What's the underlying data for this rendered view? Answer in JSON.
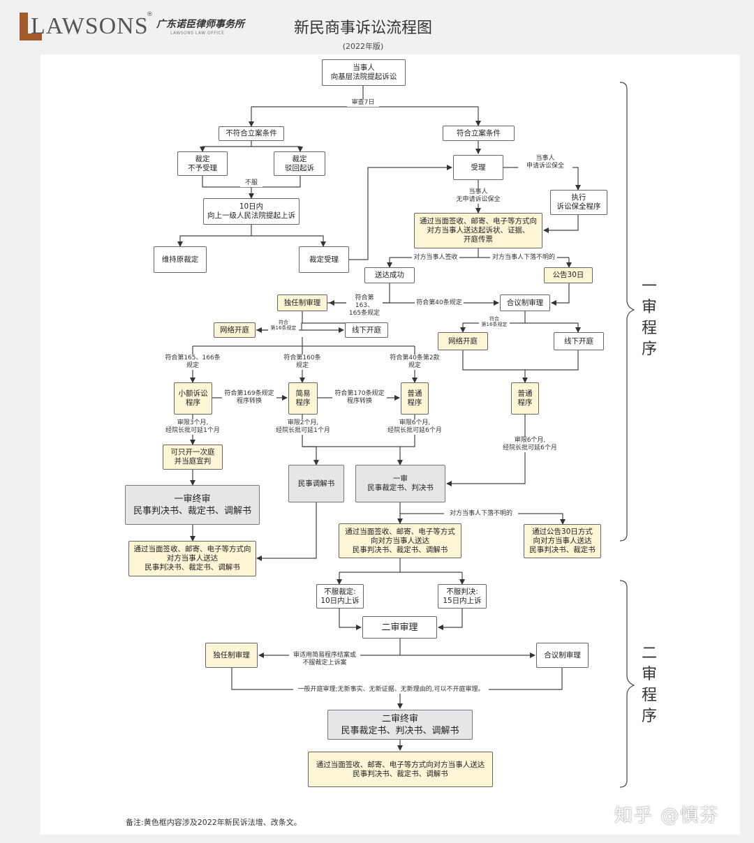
{
  "header": {
    "logo_text": "LAWSONS",
    "logo_reg": "®",
    "logo_cn": "广东诺臣律师事务所",
    "logo_en": "LAWSONS LAW OFFICE",
    "title": "新民商事诉讼流程图",
    "subtitle": "(2022年版)"
  },
  "nodes": {
    "start": "当事人\n向基层法院提起诉讼",
    "not_qualified": "不符合立案条件",
    "qualified": "符合立案条件",
    "reject_accept": "裁定\n不予受理",
    "dismiss": "裁定\n驳回起诉",
    "appeal_10": "10日内\n向上一级人民法院提起上诉",
    "uphold": "维持原裁定",
    "order_accept": "裁定受理",
    "accept": "受理",
    "preservation": "执行\n诉讼保全程序",
    "serve_docs": "通过当面签收、邮寄、电子等方式向\n对方当事人送达起诉状、证据、\n开庭传票",
    "served": "送达成功",
    "announce30": "公告30日",
    "sole_judge": "独任制审理",
    "panel": "合议制审理",
    "online_l": "网络开庭",
    "offline_l": "线下开庭",
    "online_r": "网络开庭",
    "offline_r": "线下开庭",
    "small_claims": "小额诉讼\n程序",
    "simple": "简易\n程序",
    "ordinary_l": "普通\n程序",
    "ordinary_r": "普通\n程序",
    "one_hearing": "可只开一次庭\n并当庭宣判",
    "final_first": "一审终审\n民事判决书、裁定书、调解书",
    "mediation": "民事调解书",
    "first_instance": "一审\n民事裁定书、判决书",
    "serve_left": "通过当面签收、邮寄、电子等方式向\n对方当事人送达\n民事判决书、裁定书、调解书",
    "serve_mid": "通过当面签收、邮寄、电子等方式\n向对方当事人送达\n民事判决书、裁定书、调解书",
    "serve_announce": "通过公告30日方式\n向对方当事人送达\n民事判决书、裁定书",
    "appeal_ruling": "不服裁定:\n10日内上诉",
    "appeal_judgment": "不服判决:\n15日内上诉",
    "second_trial": "二审审理",
    "sole_judge2": "独任制审理",
    "panel2": "合议制审理",
    "final_second": "二审终审\n民事裁定书、判决书、调解书",
    "serve_final": "通过当面签收、邮寄、电子等方式向对方当事人送达\n民事判决书、裁定书、调解书"
  },
  "labels": {
    "review7": "审查7日",
    "not_accept": "不服",
    "apply_preserve": "当事人\n申请诉讼保全",
    "no_preserve": "当事人\n无申请诉讼保全",
    "opp_sign": "对方当事人签收",
    "opp_unknown": "对方当事人下落不明的",
    "art163": "符合第163、\n165条规定",
    "art40": "符合第40条规定",
    "art16_l": "符合\n第16条规定",
    "art16_r": "符合\n第16条规定",
    "art165": "符合第165、166条\n规定",
    "art160": "符合第160条\n规定",
    "art40_2": "符合第40条第2款\n规定",
    "art169": "符合第169条规定\n程序转换",
    "art170": "符合第170条规定\n程序转换",
    "limit3": "审限3个月,\n经院长批可延1个月",
    "limit2": "审限2个月,\n经院长批可延1个月",
    "limit6_l": "审限6个月,\n经院长批可延6个月",
    "limit6_r": "审限6个月,\n经院长批可延6个月",
    "opp_unknown2": "对方当事人下落不明的",
    "simple_appeal": "审适用简易程序结案或\n不服裁定上诉案",
    "no_hearing": "一般开庭审理;无新事实、无新证据、无新理由的,可以不开庭审理。"
  },
  "sections": {
    "first": "一\n审\n程\n序",
    "second": "二\n审\n程\n序"
  },
  "footer": {
    "note": "备注:黄色框内容涉及2022年新民诉法增、改条文。",
    "watermark": "知乎 @慎芬"
  }
}
